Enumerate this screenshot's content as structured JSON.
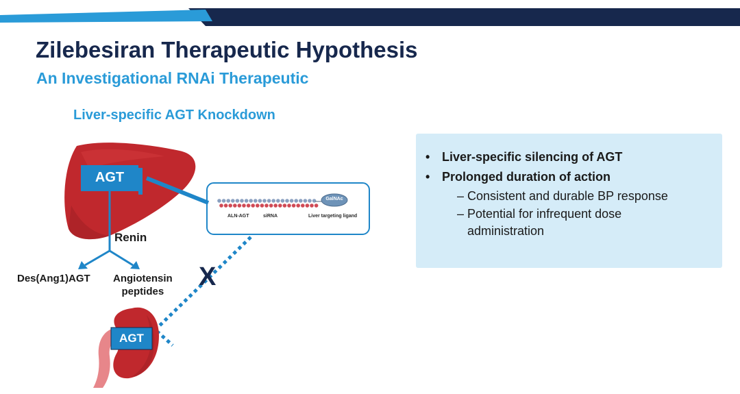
{
  "slide": {
    "title": "Zilebesiran Therapeutic Hypothesis",
    "subtitle": "An Investigational RNAi Therapeutic"
  },
  "diagram": {
    "title": "Liver-specific AGT Knockdown",
    "liver_box": "AGT",
    "kidney_box": "AGT",
    "enzyme": "Renin",
    "product_left": "Des(Ang1)AGT",
    "product_right_line1": "Angiotensin",
    "product_right_line2": "peptides",
    "block_mark": "X",
    "sirna": {
      "ligand": "GalNAc",
      "label_aln": "ALN-AGT",
      "label_sirna": "siRNA",
      "label_ligand": "Liver targeting ligand"
    }
  },
  "panel": {
    "bullets": [
      {
        "text": "Liver-specific silencing of AGT",
        "sub": []
      },
      {
        "text": "Prolonged duration of action",
        "sub": [
          "Consistent and durable BP response",
          "Potential for infrequent dose administration"
        ]
      }
    ],
    "bullet_symbol": "•",
    "dash_symbol": "–"
  },
  "colors": {
    "title": "#17284d",
    "accent_blue": "#2a9bd8",
    "navy_band": "#17284d",
    "organ_red": "#c0282d",
    "organ_red_dark": "#9b1d23",
    "box_blue": "#1f86c8",
    "arrow_blue": "#1f86c8",
    "panel_bg": "#d5ecf8",
    "ureter_pink": "#e7868a"
  }
}
